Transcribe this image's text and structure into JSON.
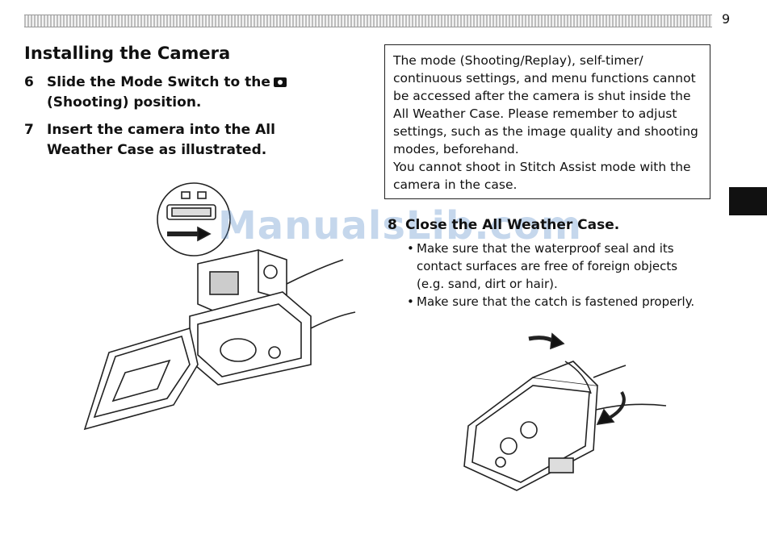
{
  "page": {
    "number": "9",
    "section_title": "Installing the Camera"
  },
  "steps": [
    {
      "num": "6",
      "text": "Slide the Mode Switch to the",
      "text_after": "(Shooting) position."
    },
    {
      "num": "7",
      "text": "Insert the camera into the All Weather Case as illustrated."
    }
  ],
  "notice": {
    "paragraph1": "The mode (Shooting/Replay), self-timer/ continuous settings, and menu functions cannot be accessed after the camera is shut inside the All Weather Case. Please remember to adjust settings, such as the image quality and shooting modes, beforehand.",
    "paragraph2": "You cannot shoot in Stitch Assist mode with the camera in the case."
  },
  "step8": {
    "num": "8",
    "text": "Close the All Weather Case.",
    "bullets": [
      "Make sure that the waterproof seal and its contact surfaces are free of foreign objects (e.g. sand, dirt or hair).",
      "Make sure that the catch is fastened properly."
    ]
  },
  "watermark": "ManualsLib.com",
  "icons": {
    "mode_switch": "camera-icon"
  }
}
